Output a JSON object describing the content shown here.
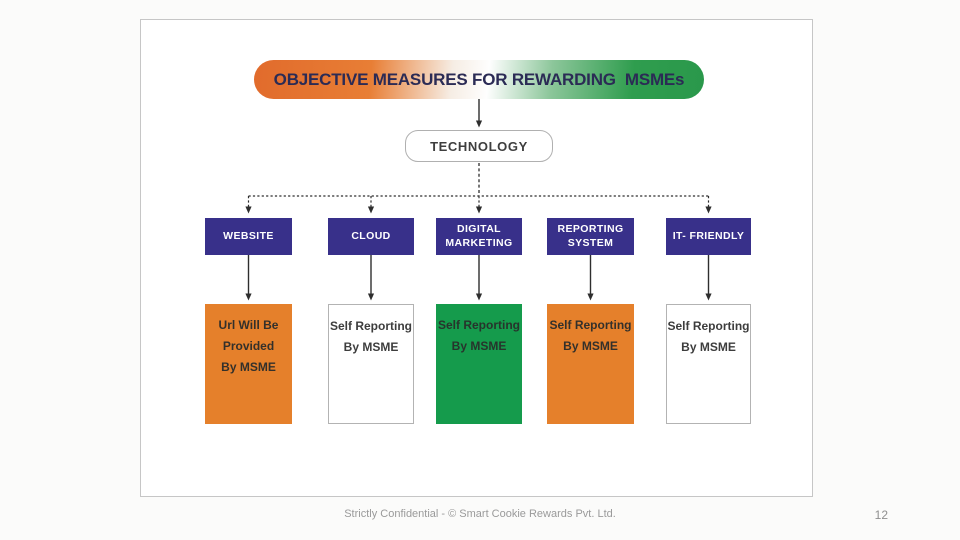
{
  "banner": {
    "title": "OBJECTIVE MEASURES FOR REWARDING  MSMEs"
  },
  "root": {
    "label": "TECHNOLOGY"
  },
  "categories": [
    {
      "label": "WEBSITE"
    },
    {
      "label": "CLOUD"
    },
    {
      "label": "DIGITAL\nMARKETING"
    },
    {
      "label": "REPORTING\nSYSTEM"
    },
    {
      "label": "IT- FRIENDLY"
    }
  ],
  "details": [
    {
      "text": "Url Will Be\nProvided\nBy MSME",
      "variant": "orange"
    },
    {
      "text": "Self Reporting\nBy MSME",
      "variant": "white"
    },
    {
      "text": "Self Reporting\nBy MSME",
      "variant": "green"
    },
    {
      "text": "Self Reporting\nBy MSME",
      "variant": "orange"
    },
    {
      "text": "Self Reporting\nBy MSME",
      "variant": "white"
    }
  ],
  "colors": {
    "category_box": "#38308a",
    "orange_box": "#e5802b",
    "green_box": "#159b4c",
    "banner_orange": "#e16b2c",
    "banner_green": "#2a984b",
    "banner_text": "#2b2b55",
    "connector": "#2e2e2e"
  },
  "footer": {
    "text": "Strictly Confidential - © Smart Cookie Rewards Pvt. Ltd.",
    "page_number": "12"
  }
}
